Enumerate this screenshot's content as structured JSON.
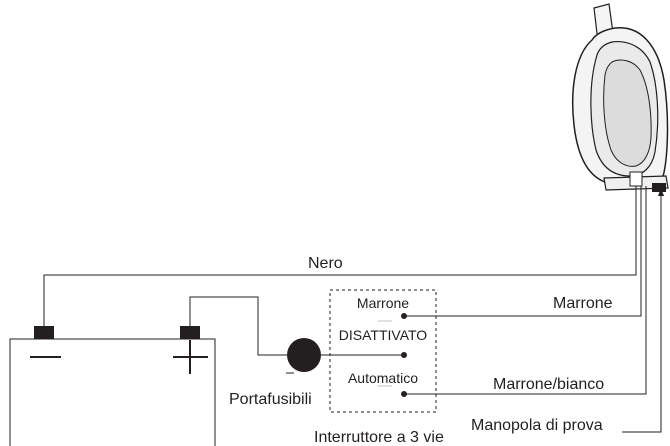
{
  "labels": {
    "nero": "Nero",
    "marrone_switch": "Marrone",
    "disattivato": "DISATTIVATO",
    "automatico": "Automatico",
    "marrone_wire": "Marrone",
    "marrone_bianco": "Marrone/bianco",
    "portafusibili": "Portafusibili",
    "interruttore": "Interruttore a 3 vie",
    "manopola": "Manopola di prova"
  },
  "colors": {
    "line": "#231f20",
    "background": "#ffffff",
    "housing": "#f2f2f2"
  }
}
